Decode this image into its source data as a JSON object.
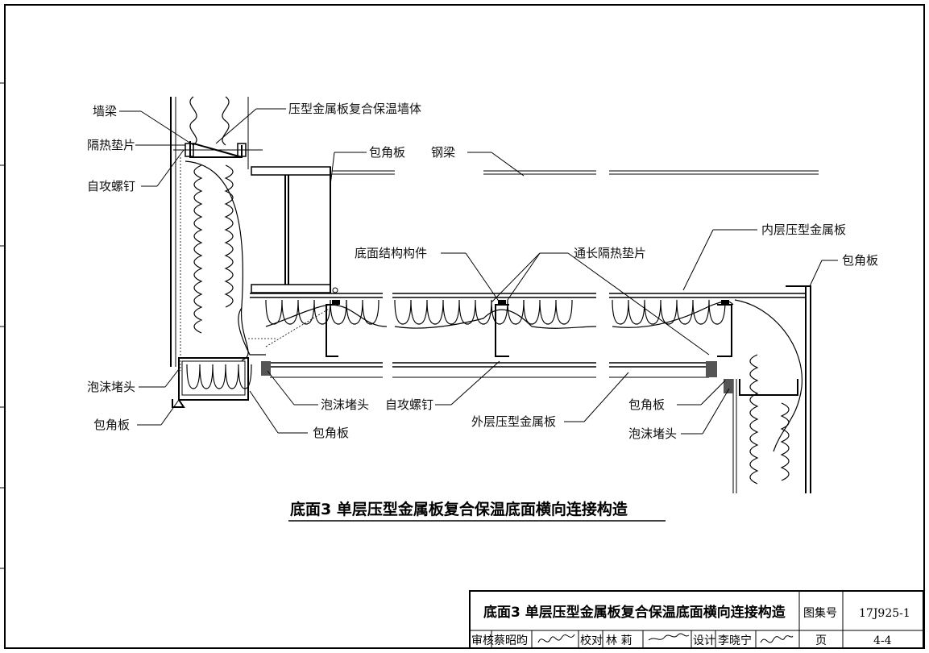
{
  "labels": {
    "wall_beam": "墙梁",
    "wall_composite": "压型金属板复合保温墙体",
    "insul_pad": "隔热垫片",
    "self_tap_screw_left": "自攻螺钉",
    "corner_plate_top": "包角板",
    "steel_beam": "钢梁",
    "inner_panel": "内层压型金属板",
    "corner_plate_right": "包角板",
    "bottom_member": "底面结构构件",
    "continuous_pad": "通长隔热垫片",
    "foam_plug_left": "泡沫堵头",
    "corner_plate_left": "包角板",
    "foam_plug_mid": "泡沫堵头",
    "self_tap_screw_mid": "自攻螺钉",
    "corner_plate_mid": "包角板",
    "outer_panel": "外层压型金属板",
    "corner_plate_lower_right": "包角板",
    "foam_plug_right": "泡沫堵头"
  },
  "caption": "底面3  单层压型金属板复合保温底面横向连接构造",
  "title_block": {
    "title": "底面3  单层压型金属板复合保温底面横向连接构造",
    "atlas_label": "图集号",
    "atlas_no": "17J925-1",
    "review_label": "审核",
    "review_name": "蔡昭昀",
    "check_label": "校对",
    "check_name": "林  莉",
    "design_label": "设计",
    "design_name": "李晓宁",
    "page_label": "页",
    "page_no": "4-4"
  }
}
